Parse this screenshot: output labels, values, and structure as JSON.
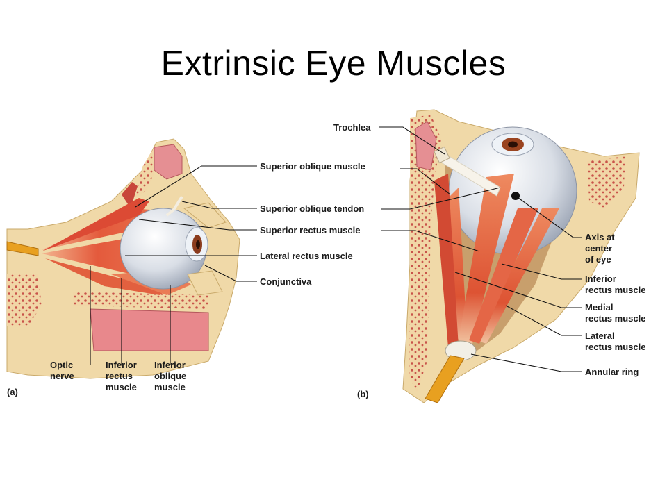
{
  "title": "Extrinsic Eye Muscles",
  "colors": {
    "muscle": "#e0553a",
    "muscle_light": "#f08a66",
    "bone": "#f0d9a8",
    "bone_dark": "#d8b77a",
    "marrow": "#c8534a",
    "sinus": "#e58f93",
    "eyeball": "#dde2ea",
    "iris": "#8a3c1e",
    "nerve": "#e8a020"
  },
  "panel_a": {
    "panel_label": "(a)",
    "labels": {
      "superior_oblique_muscle": "Superior oblique muscle",
      "superior_oblique_tendon": "Superior oblique tendon",
      "superior_rectus_muscle": "Superior rectus muscle",
      "lateral_rectus_muscle": "Lateral rectus muscle",
      "conjunctiva": "Conjunctiva",
      "optic_nerve": [
        "Optic",
        "nerve"
      ],
      "inferior_rectus_muscle": [
        "Inferior",
        "rectus",
        "muscle"
      ],
      "inferior_oblique_muscle": [
        "Inferior",
        "oblique",
        "muscle"
      ]
    }
  },
  "panel_b": {
    "panel_label": "(b)",
    "labels": {
      "trochlea": "Trochlea",
      "superior_oblique_muscle": "Superior oblique muscle",
      "superior_oblique_tendon": "Superior oblique tendon",
      "superior_rectus_muscle": "Superior rectus muscle",
      "axis_center_eye": [
        "Axis at",
        "center",
        "of eye"
      ],
      "inferior_rectus_muscle": [
        "Inferior",
        "rectus muscle"
      ],
      "medial_rectus_muscle": [
        "Medial",
        "rectus muscle"
      ],
      "lateral_rectus_muscle": [
        "Lateral",
        "rectus muscle"
      ],
      "annular_ring": "Annular ring"
    }
  }
}
